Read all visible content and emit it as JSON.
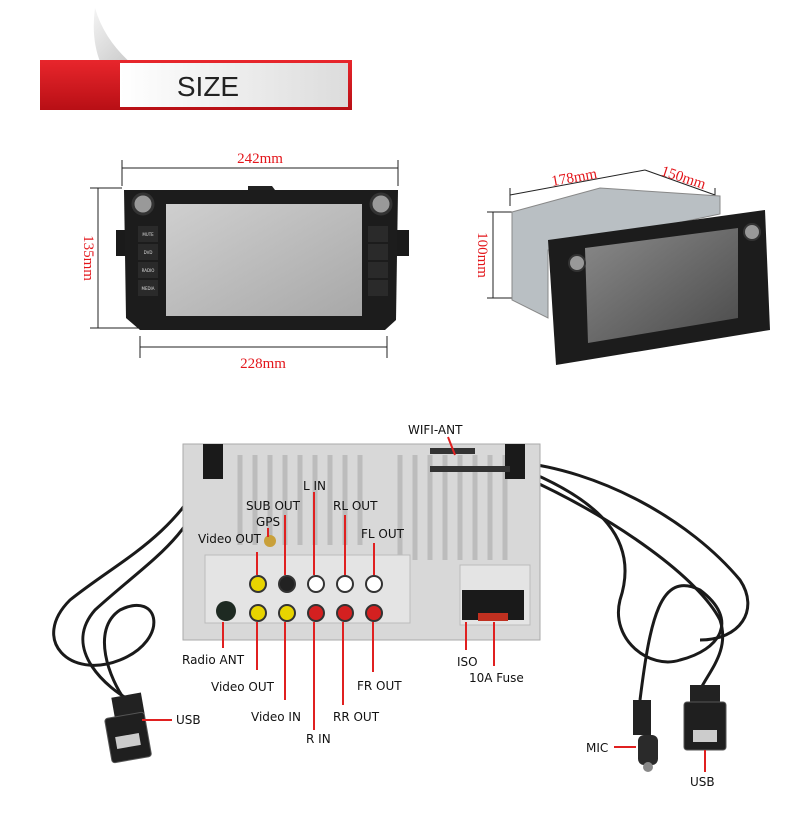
{
  "banner": {
    "title": "SIZE",
    "accent": "#d2151c"
  },
  "front_view": {
    "width_top": "242mm",
    "height": "135mm",
    "width_bottom": "228mm",
    "buttons_left": [
      "MUTE",
      "DVD",
      "RADIO",
      "MEDIA"
    ]
  },
  "side_view": {
    "depth": "178mm",
    "width": "150mm",
    "height": "100mm"
  },
  "rear_view": {
    "labels": {
      "wifi_ant": "WIFI-ANT",
      "l_in": "L IN",
      "sub_out": "SUB OUT",
      "rl_out": "RL OUT",
      "gps": "GPS",
      "fl_out": "FL OUT",
      "video_out_top": "Video OUT",
      "radio_ant": "Radio ANT",
      "video_out": "Video OUT",
      "video_in": "Video IN",
      "r_in": "R IN",
      "rr_out": "RR OUT",
      "fr_out": "FR OUT",
      "iso": "ISO",
      "fuse": "10A Fuse",
      "usb_left": "USB",
      "mic": "MIC",
      "usb_right": "USB"
    }
  }
}
